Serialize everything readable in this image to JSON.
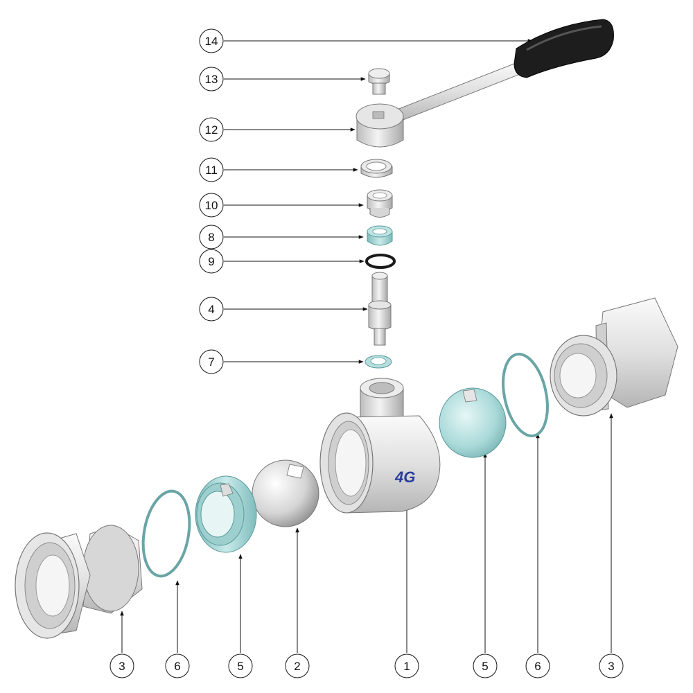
{
  "logo_text": "4G",
  "colors": {
    "metal_light": "#f2f2f2",
    "metal_mid": "#cfcfcf",
    "metal_dark": "#8f8f8f",
    "seal_teal": "#a9d6d6",
    "seal_teal_dark": "#5fa3a3",
    "rubber_black": "#1a1a1a",
    "logo_blue": "#2a3d9c"
  },
  "callouts_left": [
    {
      "id": "14",
      "label": "14"
    },
    {
      "id": "13",
      "label": "13"
    },
    {
      "id": "12",
      "label": "12"
    },
    {
      "id": "11",
      "label": "11"
    },
    {
      "id": "10",
      "label": "10"
    },
    {
      "id": "8",
      "label": "8"
    },
    {
      "id": "9",
      "label": "9"
    },
    {
      "id": "4",
      "label": "4"
    },
    {
      "id": "7",
      "label": "7"
    }
  ],
  "callouts_bottom": [
    {
      "id": "3a",
      "label": "3"
    },
    {
      "id": "6a",
      "label": "6"
    },
    {
      "id": "5a",
      "label": "5"
    },
    {
      "id": "2",
      "label": "2"
    },
    {
      "id": "1",
      "label": "1"
    },
    {
      "id": "5b",
      "label": "5"
    },
    {
      "id": "6b",
      "label": "6"
    },
    {
      "id": "3b",
      "label": "3"
    }
  ]
}
